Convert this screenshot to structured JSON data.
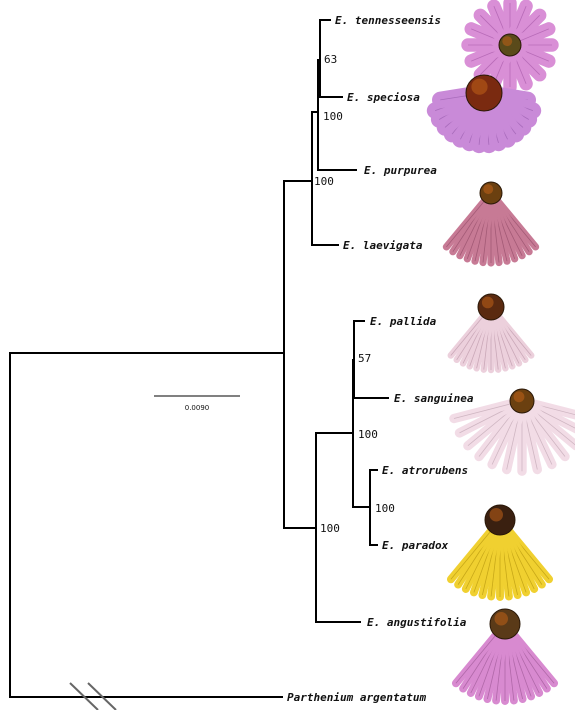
{
  "tree": {
    "taxa": [
      {
        "label": "E. tennesseensis"
      },
      {
        "label": "E. speciosa"
      },
      {
        "label": "E. purpurea"
      },
      {
        "label": "E. laevigata"
      },
      {
        "label": "E. pallida"
      },
      {
        "label": "E. sanguinea"
      },
      {
        "label": "E. atrorubens"
      },
      {
        "label": "E. paradox"
      },
      {
        "label": "E. angustifolia"
      },
      {
        "label": "Parthenium argentatum"
      }
    ],
    "support": [
      "63",
      "100",
      "100",
      "57",
      "100",
      "100",
      "100"
    ],
    "scale_bar": "0.0090"
  },
  "flowers": [
    {
      "name": "tennesseensis-flower",
      "petal": "#d98fd6",
      "petal_edge": "#b86bb8",
      "center": "#5a4a1a",
      "style": "spread"
    },
    {
      "name": "speciosa-flower",
      "petal": "#c98ad8",
      "petal_edge": "#a86bbb",
      "center": "#7a2a10",
      "style": "spread"
    },
    {
      "name": "laevigata-flower",
      "petal": "#c77a95",
      "petal_edge": "#a35a76",
      "center": "#6b4010",
      "style": "drooping"
    },
    {
      "name": "pallida-flower",
      "petal": "#ecd0dc",
      "petal_edge": "#caa8b8",
      "center": "#5a2a10",
      "style": "drooping"
    },
    {
      "name": "sanguinea-flower",
      "petal": "#f2dce6",
      "petal_edge": "#cfb6c2",
      "center": "#6b4010",
      "style": "spreading-down"
    },
    {
      "name": "paradox-flower",
      "petal": "#f0d030",
      "petal_edge": "#c8a818",
      "center": "#3a2010",
      "style": "drooping"
    },
    {
      "name": "angustifolia-flower",
      "petal": "#d88ad0",
      "petal_edge": "#b068a8",
      "center": "#5a3a18",
      "style": "drooping"
    }
  ]
}
